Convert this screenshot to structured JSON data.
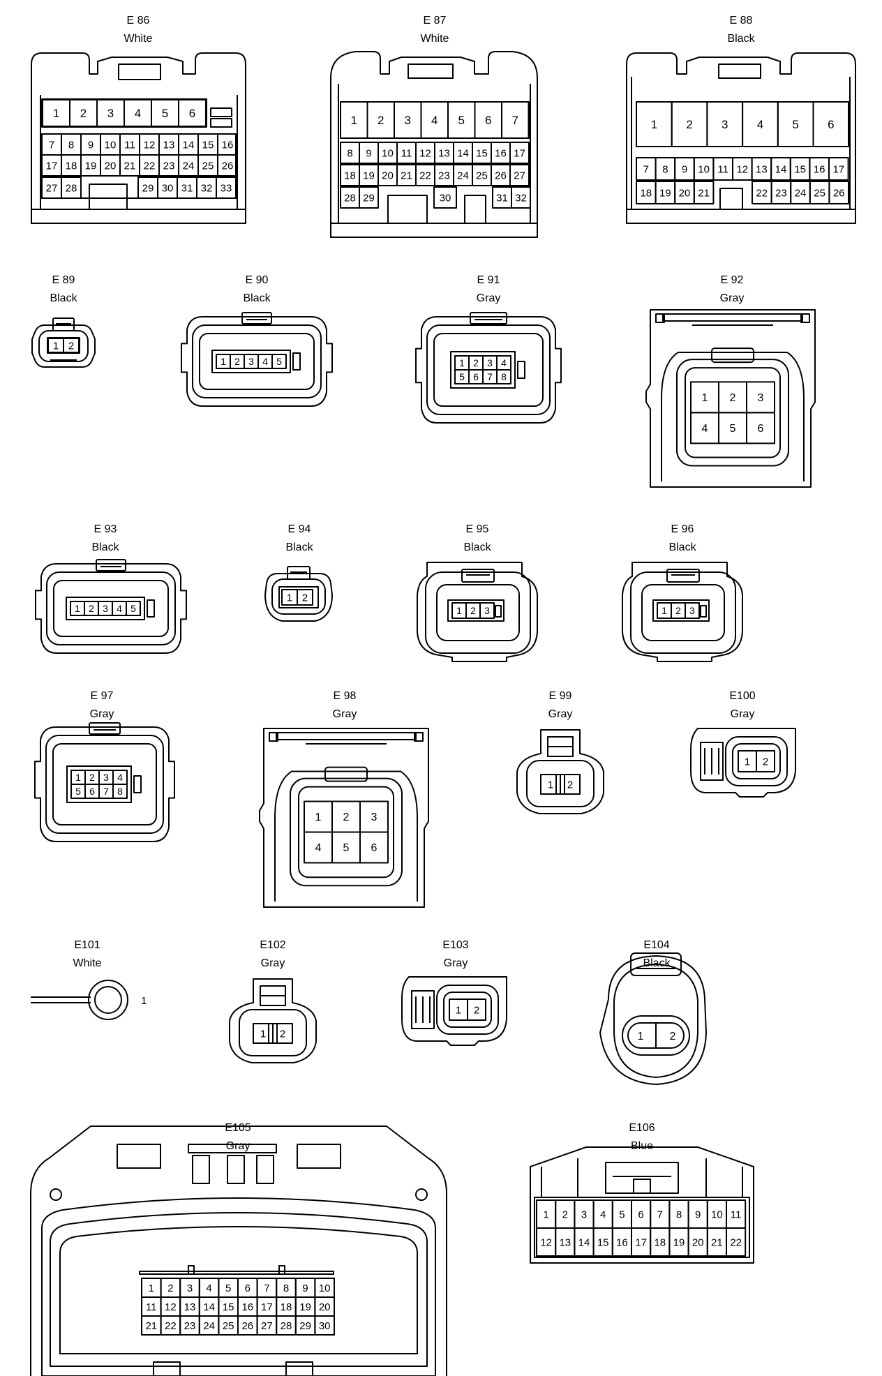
{
  "connectors": [
    {
      "id": "E 86",
      "color": "White",
      "pins": [
        [
          "1",
          "2",
          "3",
          "4",
          "5",
          "6"
        ],
        [
          "7",
          "8",
          "9",
          "10",
          "11",
          "12",
          "13",
          "14",
          "15",
          "16"
        ],
        [
          "17",
          "18",
          "19",
          "20",
          "21",
          "22",
          "23",
          "24",
          "25",
          "26"
        ],
        [
          "27",
          "28",
          "",
          "",
          "",
          "29",
          "30",
          "31",
          "32",
          "33"
        ]
      ]
    },
    {
      "id": "E 87",
      "color": "White",
      "pins": [
        [
          "1",
          "2",
          "3",
          "4",
          "5",
          "6",
          "7"
        ],
        [
          "8",
          "9",
          "10",
          "11",
          "12",
          "13",
          "14",
          "15",
          "16",
          "17"
        ],
        [
          "18",
          "19",
          "20",
          "21",
          "22",
          "23",
          "24",
          "25",
          "26",
          "27"
        ],
        [
          "28",
          "29",
          "",
          "",
          "30",
          "",
          "31",
          "32"
        ]
      ]
    },
    {
      "id": "E 88",
      "color": "Black",
      "pins": [
        [
          "1",
          "2",
          "3",
          "4",
          "5",
          "6"
        ],
        [
          "7",
          "8",
          "9",
          "10",
          "11",
          "12",
          "13",
          "14",
          "15",
          "16",
          "17"
        ],
        [
          "18",
          "19",
          "20",
          "21",
          "",
          "22",
          "23",
          "24",
          "25",
          "26"
        ]
      ]
    },
    {
      "id": "E 89",
      "color": "Black",
      "pins": [
        [
          "1",
          "2"
        ]
      ]
    },
    {
      "id": "E 90",
      "color": "Black",
      "pins": [
        [
          "1",
          "2",
          "3",
          "4",
          "5"
        ]
      ]
    },
    {
      "id": "E 91",
      "color": "Gray",
      "pins": [
        [
          "1",
          "2",
          "3",
          "4"
        ],
        [
          "5",
          "6",
          "7",
          "8"
        ]
      ]
    },
    {
      "id": "E 92",
      "color": "Gray",
      "pins": [
        [
          "1",
          "2",
          "3"
        ],
        [
          "4",
          "5",
          "6"
        ]
      ]
    },
    {
      "id": "E 93",
      "color": "Black",
      "pins": [
        [
          "1",
          "2",
          "3",
          "4",
          "5"
        ]
      ]
    },
    {
      "id": "E 94",
      "color": "Black",
      "pins": [
        [
          "1",
          "2"
        ]
      ]
    },
    {
      "id": "E 95",
      "color": "Black",
      "pins": [
        [
          "1",
          "2",
          "3"
        ]
      ]
    },
    {
      "id": "E 96",
      "color": "Black",
      "pins": [
        [
          "1",
          "2",
          "3"
        ]
      ]
    },
    {
      "id": "E 97",
      "color": "Gray",
      "pins": [
        [
          "1",
          "2",
          "3",
          "4"
        ],
        [
          "5",
          "6",
          "7",
          "8"
        ]
      ]
    },
    {
      "id": "E 98",
      "color": "Gray",
      "pins": [
        [
          "1",
          "2",
          "3"
        ],
        [
          "4",
          "5",
          "6"
        ]
      ]
    },
    {
      "id": "E 99",
      "color": "Gray",
      "pins": [
        [
          "1",
          "2"
        ]
      ]
    },
    {
      "id": "E100",
      "color": "Gray",
      "pins": [
        [
          "1",
          "2"
        ]
      ]
    },
    {
      "id": "E101",
      "color": "White",
      "pins": [
        [
          "1"
        ]
      ]
    },
    {
      "id": "E102",
      "color": "Gray",
      "pins": [
        [
          "1",
          "2"
        ]
      ]
    },
    {
      "id": "E103",
      "color": "Gray",
      "pins": [
        [
          "1",
          "2"
        ]
      ]
    },
    {
      "id": "E104",
      "color": "Black",
      "pins": [
        [
          "1",
          "2"
        ]
      ]
    },
    {
      "id": "E105",
      "color": "Gray",
      "pins": [
        [
          "1",
          "2",
          "3",
          "4",
          "5",
          "6",
          "7",
          "8",
          "9",
          "10"
        ],
        [
          "11",
          "12",
          "13",
          "14",
          "15",
          "16",
          "17",
          "18",
          "19",
          "20"
        ],
        [
          "21",
          "22",
          "23",
          "24",
          "25",
          "26",
          "27",
          "28",
          "29",
          "30"
        ]
      ]
    },
    {
      "id": "E106",
      "color": "Blue",
      "pins": [
        [
          "1",
          "2",
          "3",
          "4",
          "5",
          "6",
          "7",
          "8",
          "9",
          "10",
          "11"
        ],
        [
          "12",
          "13",
          "14",
          "15",
          "16",
          "17",
          "18",
          "19",
          "20",
          "21",
          "22"
        ]
      ]
    }
  ]
}
